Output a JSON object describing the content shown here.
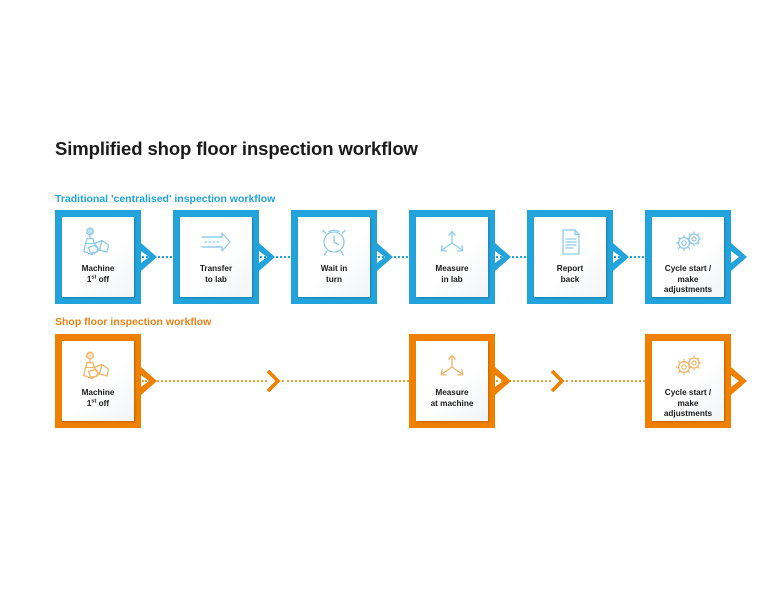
{
  "title": "Simplified shop floor inspection workflow",
  "colors": {
    "blue": "#23A3DC",
    "orange": "#F08000",
    "orange_dotted": "#F0A040",
    "text": "#1a1a1a",
    "card": "#ffffff"
  },
  "rows": [
    {
      "key": "traditional",
      "label": "Traditional 'centralised' inspection workflow",
      "color": "#23A3DC",
      "nodes": [
        {
          "icon": "machine-probe-icon",
          "line1": "Machine",
          "sup": "st",
          "line1_suffix": "",
          "label": "Machine\n1st off",
          "text_top": "Machine",
          "text_bottom": "1 off"
        },
        {
          "icon": "transfer-arrow-icon",
          "label": "Transfer\nto lab",
          "text_top": "Transfer",
          "text_bottom": "to lab"
        },
        {
          "icon": "alarm-clock-icon",
          "label": "Wait in\nturn",
          "text_top": "Wait in",
          "text_bottom": "turn"
        },
        {
          "icon": "measure-axis-icon",
          "label": "Measure\nin lab",
          "text_top": "Measure",
          "text_bottom": "in lab"
        },
        {
          "icon": "document-icon",
          "label": "Report\nback",
          "text_top": "Report",
          "text_bottom": "back"
        },
        {
          "icon": "gears-icon",
          "label": "Cycle start /\nmake\nadjustments",
          "text_top": "Cycle start /",
          "text_bottom": "make\nadjustments"
        }
      ]
    },
    {
      "key": "shopfloor",
      "label": "Shop floor inspection workflow",
      "color": "#F08000",
      "nodes": [
        {
          "icon": "machine-probe-icon",
          "label": "Machine\n1st off",
          "text_top": "Machine",
          "text_bottom": "1 off"
        },
        {
          "icon": "measure-axis-icon",
          "label": "Measure\nat machine",
          "text_top": "Measure",
          "text_bottom": "at machine"
        },
        {
          "icon": "gears-icon",
          "label": "Cycle start /\nmake\nadjustments",
          "text_top": "Cycle start /",
          "text_bottom": "make\nadjustments"
        }
      ]
    }
  ],
  "labels": {
    "machine_line1": "Machine",
    "machine_num": "1",
    "machine_sup": "st",
    "machine_line2_rest": " off",
    "transfer_l1": "Transfer",
    "transfer_l2": "to lab",
    "wait_l1": "Wait in",
    "wait_l2": "turn",
    "measure_lab_l1": "Measure",
    "measure_lab_l2": "in lab",
    "report_l1": "Report",
    "report_l2": "back",
    "cycle_l1": "Cycle start /",
    "cycle_l2": "make",
    "cycle_l3": "adjustments",
    "measure_machine_l1": "Measure",
    "measure_machine_l2": "at machine"
  }
}
